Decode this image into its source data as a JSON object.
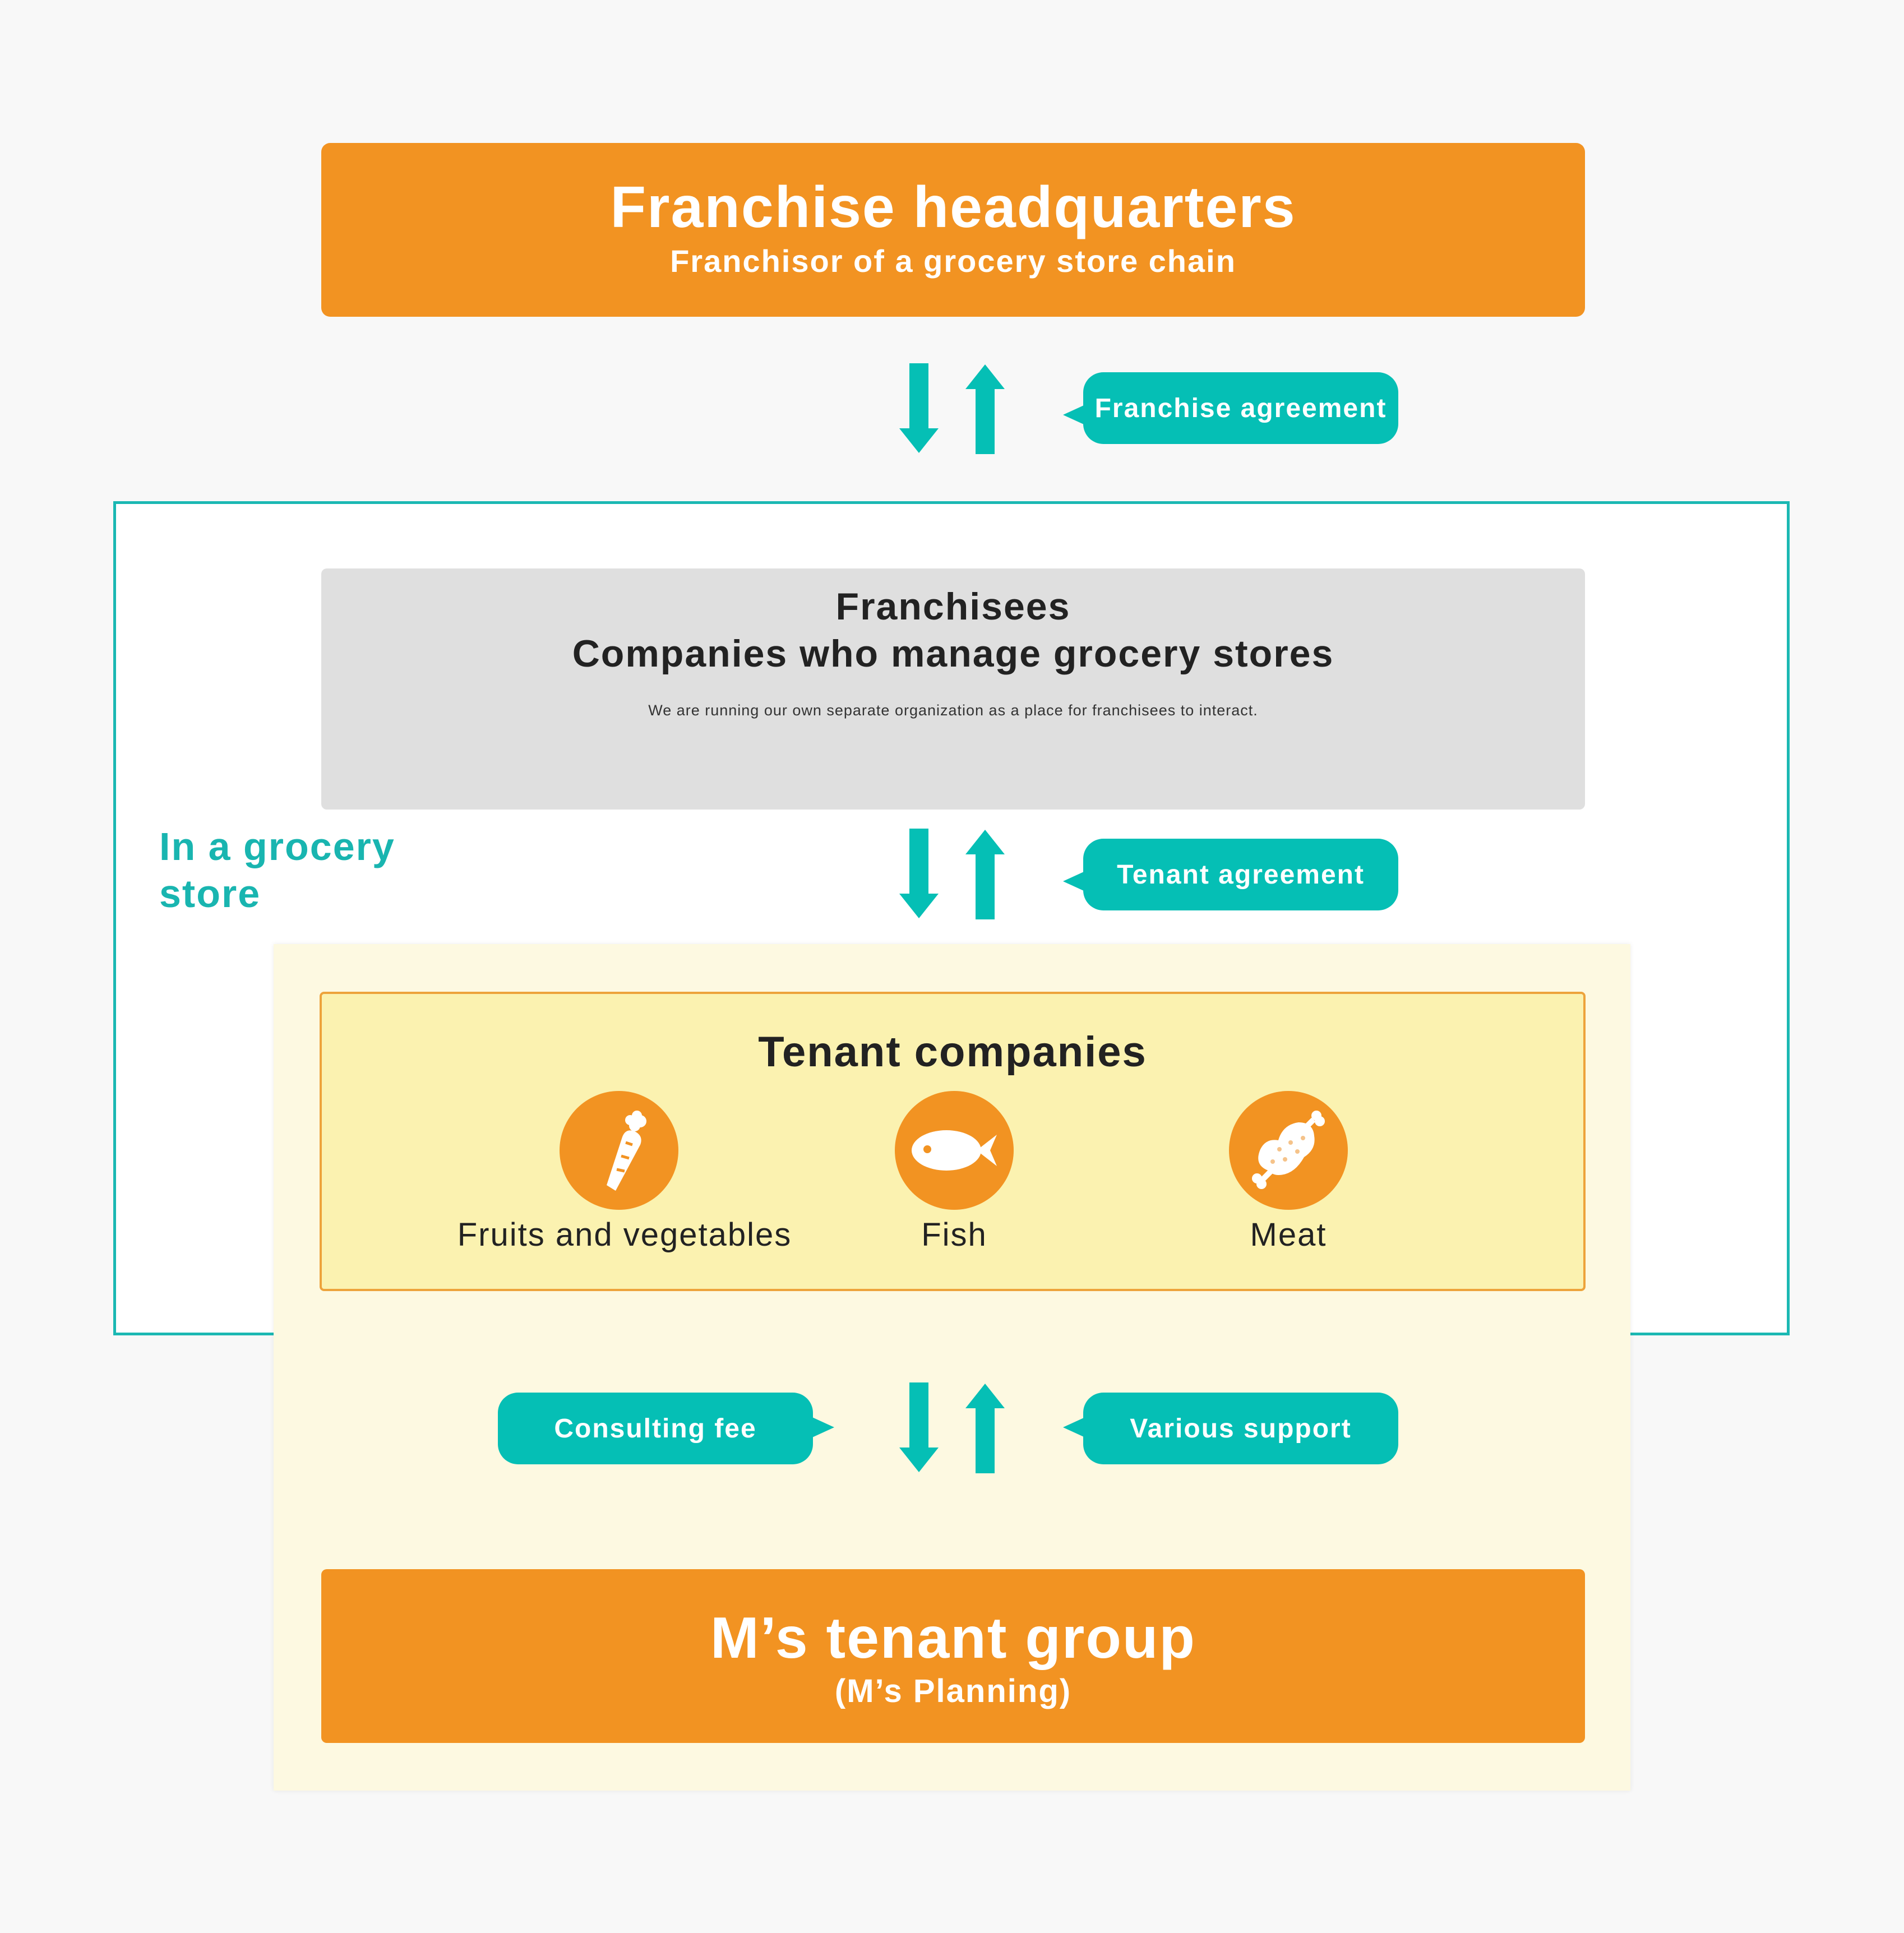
{
  "headquarters": {
    "title": "Franchise headquarters",
    "subtitle": "Franchisor of a grocery store chain"
  },
  "franchise_agreement_label": "Franchise agreement",
  "grocery_store_label_line1": "In a grocery",
  "grocery_store_label_line2": "store",
  "franchisees": {
    "title": "Franchisees",
    "subtitle": "Companies who manage grocery stores",
    "note": "We are running our own separate organization as a place for franchisees to interact."
  },
  "tenant_agreement_label": "Tenant agreement",
  "tenant_companies": {
    "title": "Tenant companies",
    "items": [
      {
        "label": "Fruits and vegetables",
        "icon": "carrot-icon"
      },
      {
        "label": "Fish",
        "icon": "fish-icon"
      },
      {
        "label": "Meat",
        "icon": "meat-icon"
      }
    ]
  },
  "consulting_fee_label": "Consulting fee",
  "various_support_label": "Various support",
  "ms_group": {
    "title": "M’s tenant group",
    "subtitle": "(M’s Planning)"
  },
  "colors": {
    "orange": "#f29322",
    "teal": "#05bfb5",
    "teal_border": "#1bb8b3",
    "franchisee_gray": "#dfdfdf",
    "tenant_yellow": "#fbf2b0",
    "panel_cream": "#fdf9e1",
    "text_dark": "#222222"
  }
}
